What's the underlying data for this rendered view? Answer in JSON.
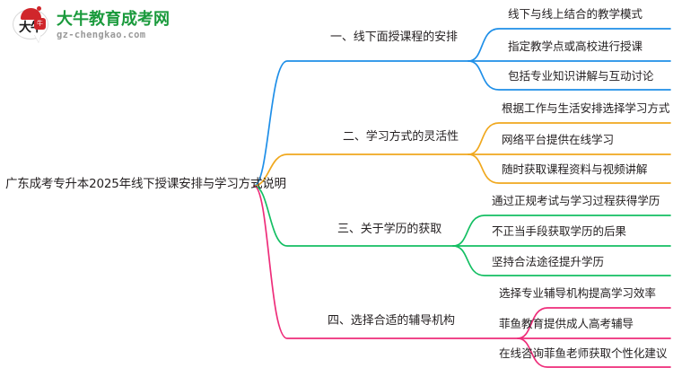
{
  "logo": {
    "icon_name": "daniu-bull-bubble-logo",
    "mark_char": "大牛",
    "badge_char": "牛",
    "title": "大牛教育成考网",
    "url": "gz-chengkao.com",
    "title_color": "#1a9a3c",
    "accent_color": "#d0262b",
    "url_color": "#9a9a9a"
  },
  "mindmap": {
    "type": "mindmap",
    "root": {
      "label": "广东成考专升本2025年线下授课安排与学习方式说明"
    },
    "branches": [
      {
        "index": "1",
        "label": "一、线下面授课程的安排",
        "color": "#1f8fe8",
        "children": [
          {
            "label": "线下与线上结合的教学模式"
          },
          {
            "label": "指定教学点或高校进行授课"
          },
          {
            "label": "包括专业知识讲解与互动讨论"
          }
        ]
      },
      {
        "index": "2",
        "label": "二、学习方式的灵活性",
        "color": "#f0a81e",
        "children": [
          {
            "label": "根据工作与生活安排选择学习方式"
          },
          {
            "label": "网络平台提供在线学习"
          },
          {
            "label": "随时获取课程资料与视频讲解"
          }
        ]
      },
      {
        "index": "3",
        "label": "三、关于学历的获取",
        "color": "#14bf63",
        "children": [
          {
            "label": "通过正规考试与学习过程获得学历"
          },
          {
            "label": "不正当手段获取学历的后果"
          },
          {
            "label": "坚持合法途径提升学历"
          }
        ]
      },
      {
        "index": "4",
        "label": "四、选择合适的辅导机构",
        "color": "#ee2d7a",
        "children": [
          {
            "label": "选择专业辅导机构提高学习效率"
          },
          {
            "label": "菲鱼教育提供成人高考辅导"
          },
          {
            "label": "在线咨询菲鱼老师获取个性化建议"
          }
        ]
      }
    ]
  }
}
